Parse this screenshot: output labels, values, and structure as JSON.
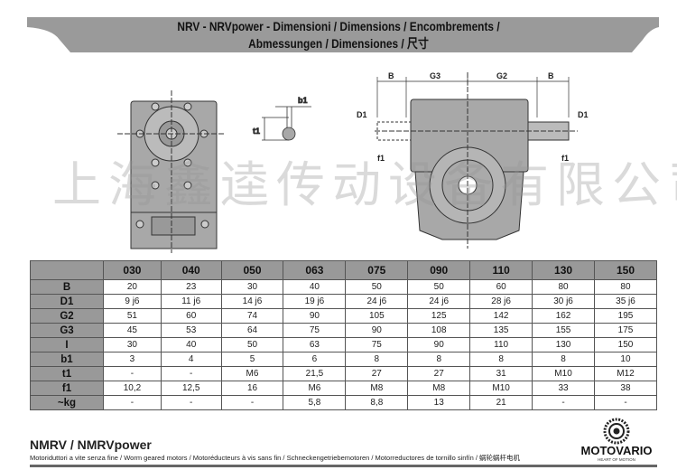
{
  "header": {
    "title_line1": "NRV - NRVpower - Dimensioni / Dimensions / Encombrements /",
    "title_line2": "Abmessungen / Dimensiones / 尺寸"
  },
  "drawing_labels": {
    "b1": "b1",
    "t1": "t1",
    "B": "B",
    "G3": "G3",
    "G2": "G2",
    "D1": "D1",
    "f1": "f1"
  },
  "watermark": "上海鑫逵传动设备有限公司",
  "table": {
    "columns": [
      "030",
      "040",
      "050",
      "063",
      "075",
      "090",
      "110",
      "130",
      "150"
    ],
    "rows": [
      {
        "label": "B",
        "values": [
          "20",
          "23",
          "30",
          "40",
          "50",
          "50",
          "60",
          "80",
          "80"
        ]
      },
      {
        "label": "D1",
        "values": [
          "9 j6",
          "11 j6",
          "14 j6",
          "19 j6",
          "24 j6",
          "24 j6",
          "28 j6",
          "30 j6",
          "35 j6"
        ]
      },
      {
        "label": "G2",
        "values": [
          "51",
          "60",
          "74",
          "90",
          "105",
          "125",
          "142",
          "162",
          "195"
        ]
      },
      {
        "label": "G3",
        "values": [
          "45",
          "53",
          "64",
          "75",
          "90",
          "108",
          "135",
          "155",
          "175"
        ]
      },
      {
        "label": "I",
        "values": [
          "30",
          "40",
          "50",
          "63",
          "75",
          "90",
          "110",
          "130",
          "150"
        ]
      },
      {
        "label": "b1",
        "values": [
          "3",
          "4",
          "5",
          "6",
          "8",
          "8",
          "8",
          "8",
          "10"
        ]
      },
      {
        "label": "t1",
        "values": [
          "-",
          "-",
          "M6",
          "21,5",
          "27",
          "27",
          "31",
          "M10",
          "M12"
        ]
      },
      {
        "label": "f1",
        "values": [
          "10,2",
          "12,5",
          "16",
          "M6",
          "M8",
          "M8",
          "M10",
          "33",
          "38"
        ]
      },
      {
        "label": "~kg",
        "values": [
          "-",
          "-",
          "-",
          "5,8",
          "8,8",
          "13",
          "21",
          "-",
          "-"
        ]
      }
    ]
  },
  "footer": {
    "title": "NMRV / NMRVpower",
    "subtitle": "Motoriduttori a vite senza fine / Worm geared motors / Motoréducteurs à vis sans fin / Schneckengetriebemotoren / Motorreductores de tornillo sinfín / 蜗轮蜗杆电机"
  },
  "logo": {
    "name": "MOTOVARIO",
    "tagline": "HEART OF MOTION"
  },
  "colors": {
    "banner": "#9a9a9a",
    "table_header": "#999999",
    "housing": "#a8a8a8"
  }
}
